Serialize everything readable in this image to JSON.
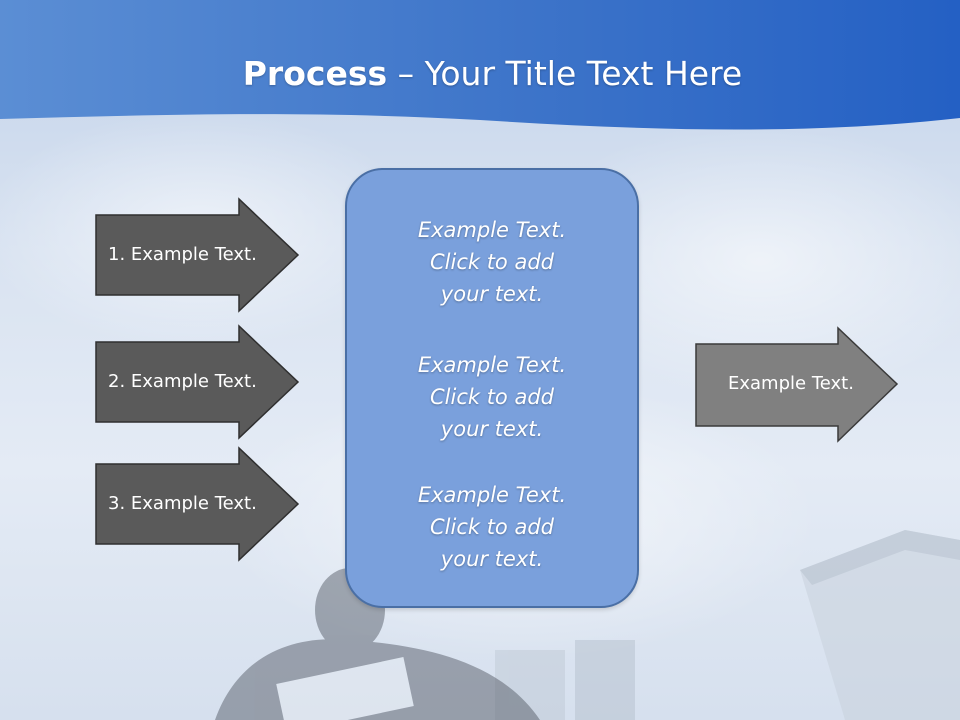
{
  "slide": {
    "title_bold": "Process",
    "title_rest": " – Your Title Text Here"
  },
  "left_arrows": [
    {
      "label": "1. Example Text."
    },
    {
      "label": "2. Example Text."
    },
    {
      "label": "3. Example Text."
    }
  ],
  "center_box": {
    "blocks": [
      {
        "line1": "Example Text.",
        "line2": "Click  to add",
        "line3": "your text."
      },
      {
        "line1": "Example Text.",
        "line2": "Click  to add",
        "line3": "your text."
      },
      {
        "line1": "Example Text.",
        "line2": "Click  to add",
        "line3": "your text."
      }
    ]
  },
  "right_arrow": {
    "label": "Example Text."
  },
  "colors": {
    "header_blue": "#2f67c2",
    "dark_arrow": "#5a5a5a",
    "light_arrow": "#808080",
    "center_box": "#7aa0dc"
  },
  "icons": {
    "left_arrows": "arrow-right-icon",
    "right_arrow": "arrow-right-icon"
  }
}
